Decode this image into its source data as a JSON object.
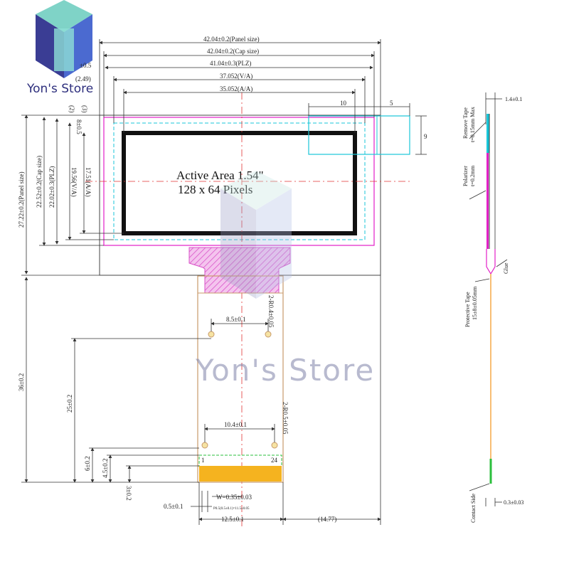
{
  "brand": {
    "name": "Yon's Store",
    "watermark": "Yon's Store"
  },
  "display": {
    "active_area": "Active Area 1.54\"",
    "resolution": "128 x 64 Pixels"
  },
  "top_dims": {
    "panel_size": "42.04±0.2(Panel size)",
    "cap_size": "42.04±0.2(Cap size)",
    "plz": "41.04±0.3(PLZ)",
    "va": "37.052(V/A)",
    "aa": "35.052(A/A)",
    "pm05": "±0.5",
    "d249": "(2.49)",
    "d10": "10",
    "d5": "5",
    "d9": "9"
  },
  "left_dims": {
    "d8": "8±0.5",
    "d2": "(2)",
    "d3": "(3)",
    "panel_h": "27.22±0.2(Panel size)",
    "cap_h": "22.52±0.2(Cap size)",
    "plz_h": "22.02±0.3(PLZ)",
    "va_h": "19.56(V/A)",
    "aa_h": "17.51(A/A)",
    "d36": "36±0.2",
    "d25": "25±0.2",
    "d6": "6±0.2",
    "d45": "4.5±0.2",
    "d3b": "3±0.2"
  },
  "fpc_dims": {
    "d85": "8.5±0.1",
    "hole1": "2-R0.4±0.05",
    "d104": "10.4±0.1",
    "hole2": "2-R0.5±0.05",
    "pin1": "1",
    "pin24": "24",
    "width": "W=0.35±0.03",
    "pitch": "P0.5(0.5±0.1)=11.5±0.05",
    "d05": "0.5±0.1",
    "d125": "12.5±0.1",
    "d1477": "(14.77)"
  },
  "side_view": {
    "thickness": "1.4±0.1",
    "remove_tape": "Remove Tape",
    "remove_tape_spec": "t=0.15mm Max",
    "polarizer": "Polarizer",
    "polarizer_spec": "t=0.2mm",
    "glue": "Glue",
    "protective_tape": "Protective Tape",
    "protective_spec": "15±8±0.05mm",
    "contact_side": "Contact Side",
    "contact_thick": "0.3±0.03"
  },
  "colors": {
    "magenta": "#e21fc7",
    "cyan": "#19c6d8",
    "red_center": "#e23333",
    "active_border": "#111111",
    "fpc_gold": "#f5b31f",
    "fpc_line": "#c89a6a",
    "hatch": "#d94fc8",
    "green_dash": "#2bbf3c"
  }
}
